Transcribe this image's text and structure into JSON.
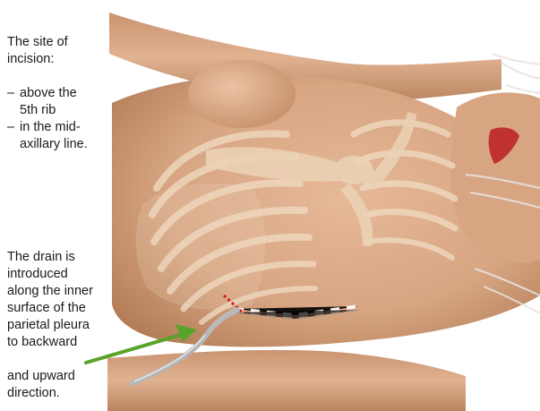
{
  "incision_caption": {
    "title_line1": "The site of",
    "title_line2": "incision:",
    "bullet1_line1": "above the",
    "bullet1_line2": "5th rib",
    "bullet2_line1": "in the mid-",
    "bullet2_line2": "axillary line.",
    "bullet_mark": "–"
  },
  "drain_caption": {
    "line1": "The drain is",
    "line2": "introduced",
    "line3": "along the inner",
    "line4": "surface of the",
    "line5": "parietal pleura",
    "line6": "to backward",
    "line7": "and upward",
    "line8": "direction."
  },
  "colors": {
    "skin": "#d9a886",
    "skin_shadow": "#b9845f",
    "bone": "#ecd3b6",
    "arrow": "#5aa32a",
    "incision_mark": "#d4202a",
    "drain_tube": "#a9a9a9",
    "lips": "#c0322f"
  }
}
